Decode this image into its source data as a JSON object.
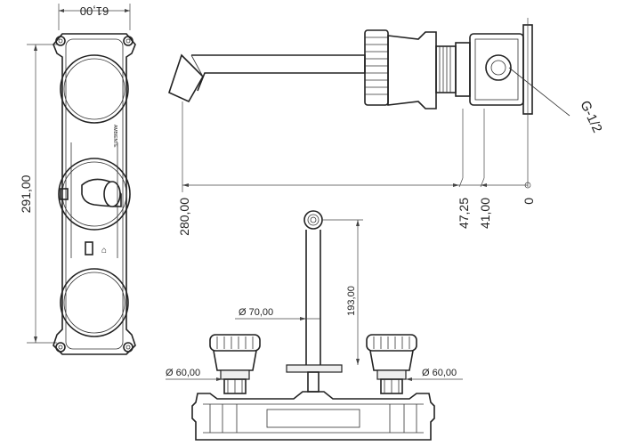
{
  "front_panel": {
    "width_dim": "61,00",
    "height_dim": "291,00",
    "brand_text": "AMBIENTE"
  },
  "side_view": {
    "dims": [
      "280,00",
      "47,25",
      "41,00",
      "0"
    ],
    "thread_label": "G-1/2"
  },
  "bottom_view": {
    "spout_height": "193,00",
    "spout_diameter": "Ø 70,00",
    "left_handle_diameter": "Ø 60,00",
    "right_handle_diameter": "Ø 60,00"
  }
}
